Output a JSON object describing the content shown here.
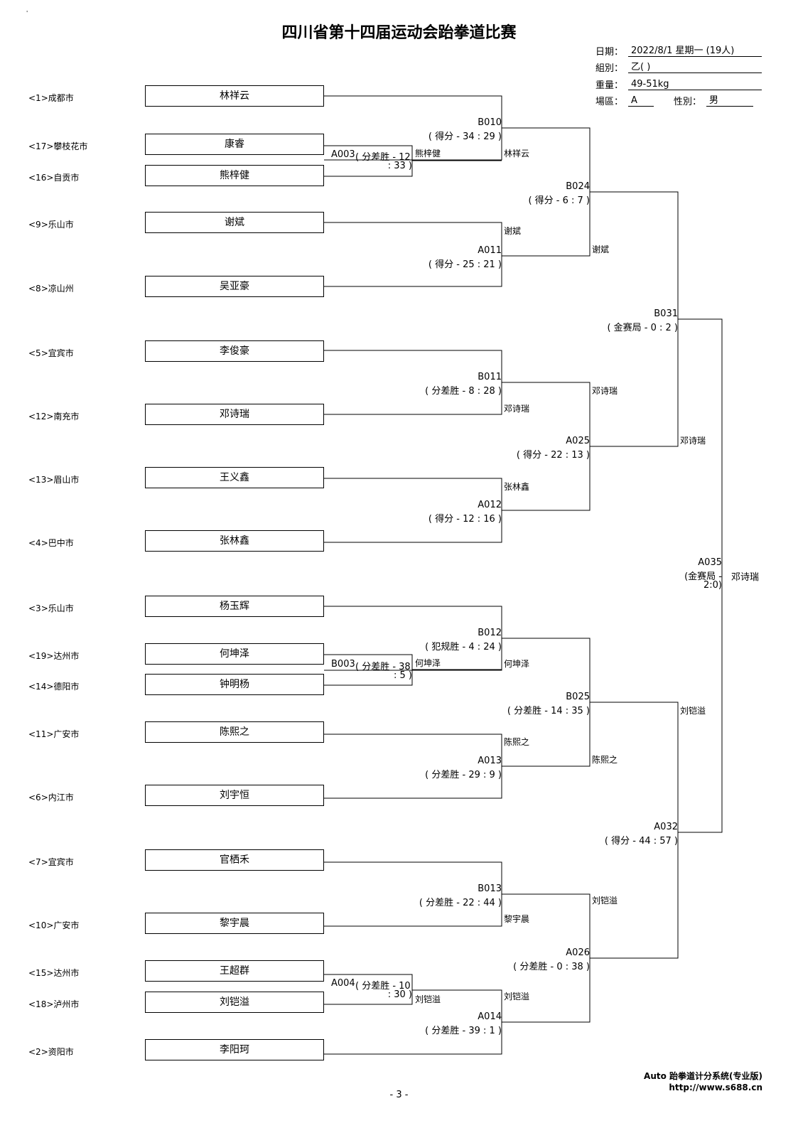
{
  "title": "四川省第十四届运动会跆拳道比赛",
  "header": {
    "date_label": "日期：",
    "date_value": "2022/8/1  星期一  (19人)",
    "group_label": "組別：",
    "group_value": "乙( )",
    "weight_label": "重量：",
    "weight_value": "49-51kg",
    "area_label": "場區：",
    "area_value": "A",
    "gender_label": "性別：",
    "gender_value": "男"
  },
  "entrants": [
    {
      "seed": "<1>成都市",
      "name": "林祥云"
    },
    {
      "seed": "<17>攀枝花市",
      "name": "康睿"
    },
    {
      "seed": "<16>自贡市",
      "name": "熊梓健"
    },
    {
      "seed": "<9>乐山市",
      "name": "谢斌"
    },
    {
      "seed": "<8>凉山州",
      "name": "吴亚豪"
    },
    {
      "seed": "<5>宜宾市",
      "name": "李俊豪"
    },
    {
      "seed": "<12>南充市",
      "name": "邓诗瑞"
    },
    {
      "seed": "<13>眉山市",
      "name": "王义鑫"
    },
    {
      "seed": "<4>巴中市",
      "name": "张林鑫"
    },
    {
      "seed": "<3>乐山市",
      "name": "杨玉辉"
    },
    {
      "seed": "<19>达州市",
      "name": "何坤泽"
    },
    {
      "seed": "<14>德阳市",
      "name": "钟明杨"
    },
    {
      "seed": "<11>广安市",
      "name": "陈熙之"
    },
    {
      "seed": "<6>内江市",
      "name": "刘宇恒"
    },
    {
      "seed": "<7>宜宾市",
      "name": "官栖禾"
    },
    {
      "seed": "<10>广安市",
      "name": "黎宇晨"
    },
    {
      "seed": "<15>达州市",
      "name": "王超群"
    },
    {
      "seed": "<18>泸州市",
      "name": "刘铠溢"
    },
    {
      "seed": "<2>资阳市",
      "name": "李阳珂"
    }
  ],
  "matches": {
    "A003": {
      "code": "A003",
      "result_line1": "( 分差胜 - 12",
      "result_line2": ": 33 )",
      "winner": "熊梓健"
    },
    "B003": {
      "code": "B003",
      "result_line1": "( 分差胜 - 38",
      "result_line2": ": 5 )",
      "winner": "何坤泽"
    },
    "A004": {
      "code": "A004",
      "result_line1": "( 分差胜 - 10",
      "result_line2": ": 30 )",
      "winner": "刘铠溢"
    },
    "B010": {
      "code": "B010",
      "result": "( 得分 - 34 : 29 )",
      "winner": "林祥云"
    },
    "A011": {
      "code": "A011",
      "result": "( 得分 - 25 : 21 )",
      "winner": "谢斌"
    },
    "B011": {
      "code": "B011",
      "result": "( 分差胜 - 8 : 28 )",
      "winner": "邓诗瑞"
    },
    "A012": {
      "code": "A012",
      "result": "( 得分 - 12 : 16 )",
      "winner": "张林鑫"
    },
    "B012": {
      "code": "B012",
      "result": "( 犯规胜 - 4 : 24 )",
      "winner": "何坤泽"
    },
    "A013": {
      "code": "A013",
      "result": "( 分差胜 - 29 : 9 )",
      "winner": "陈熙之"
    },
    "B013": {
      "code": "B013",
      "result": "( 分差胜 - 22 : 44 )",
      "winner": "黎宇晨"
    },
    "A014": {
      "code": "A014",
      "result": "( 分差胜 - 39 : 1 )",
      "winner": "刘铠溢"
    },
    "B024": {
      "code": "B024",
      "result": "( 得分 - 6 : 7 )",
      "winner": "谢斌"
    },
    "A025": {
      "code": "A025",
      "result": "( 得分 - 22 : 13 )",
      "winner": "邓诗瑞"
    },
    "B025": {
      "code": "B025",
      "result": "( 分差胜 - 14 : 35 )",
      "winner": "陈熙之"
    },
    "A026": {
      "code": "A026",
      "result": "( 分差胜 - 0 : 38 )",
      "winner": "刘铠溢"
    },
    "B031": {
      "code": "B031",
      "result": "( 金赛局 - 0 : 2 )",
      "winner": "邓诗瑞"
    },
    "A032": {
      "code": "A032",
      "result": "( 得分 - 44 : 57 )",
      "winner": "刘铠溢"
    },
    "A035": {
      "code": "A035",
      "result_line1": "(金赛局 -",
      "result_line2": "2:0)",
      "winner": "邓诗瑞"
    }
  },
  "footer": {
    "page": "- 3 -",
    "software": "Auto 跆拳道计分系统(专业版)",
    "website": "http://www.s688.cn"
  }
}
